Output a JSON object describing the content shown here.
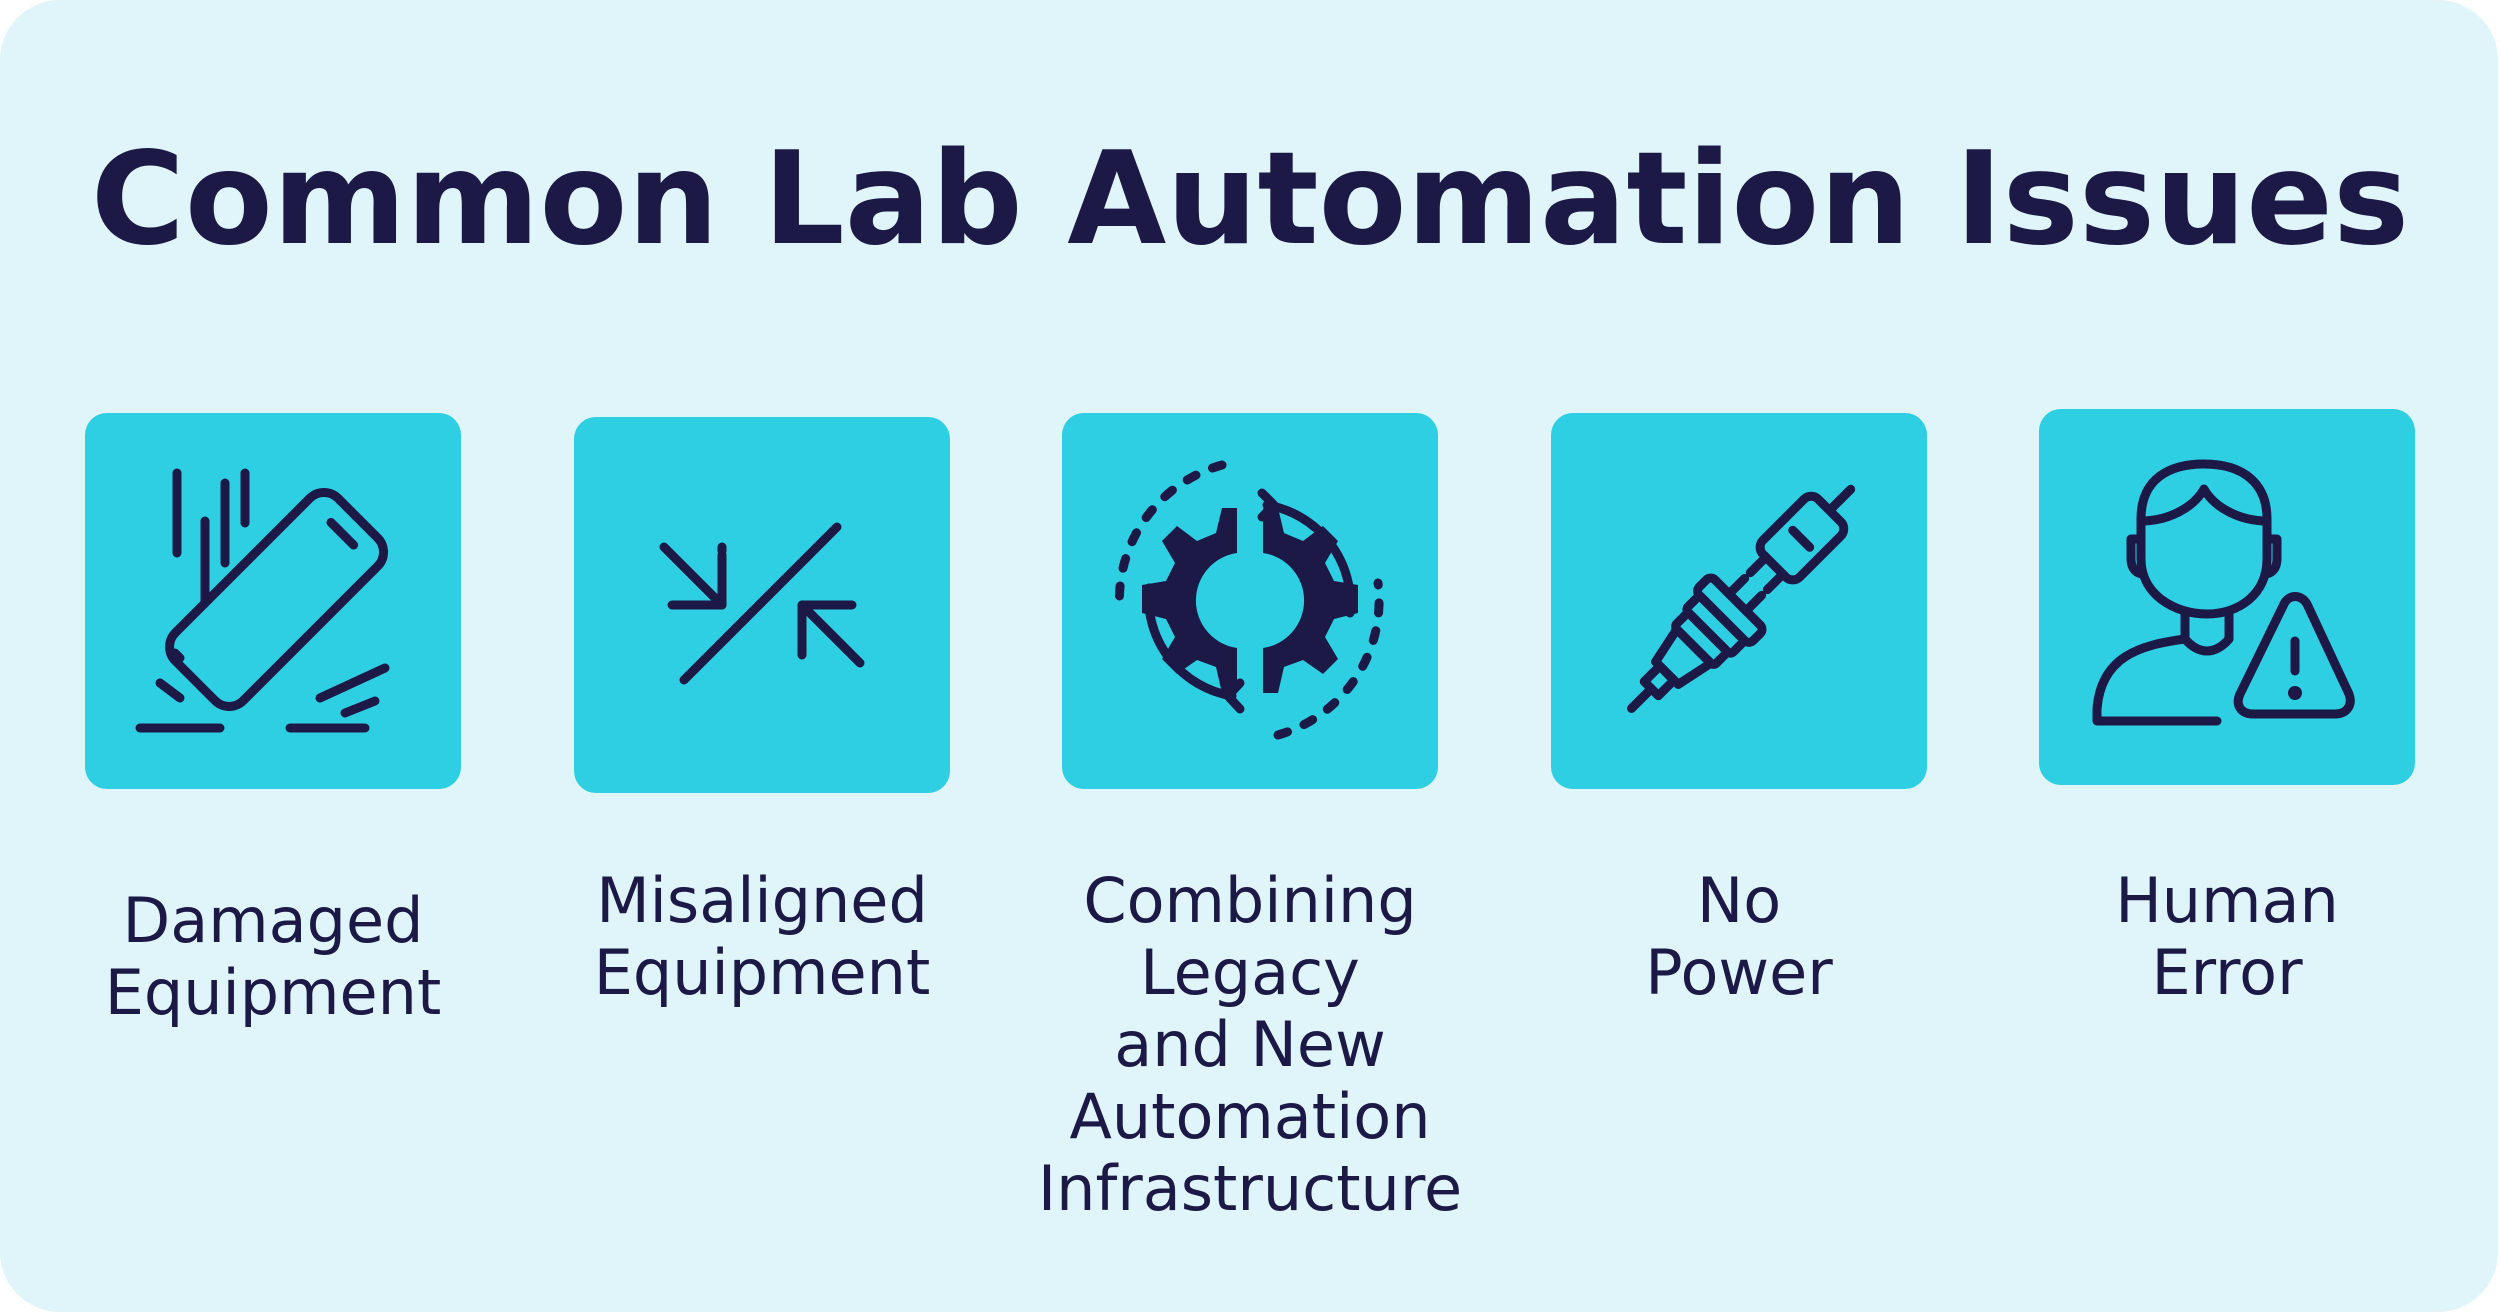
{
  "title": "Common Lab Automation Issues",
  "colors": {
    "background": "#dff5fa",
    "tile": "#2fcfe3",
    "ink": "#1c1947"
  },
  "items": [
    {
      "icon": "damaged-phone-icon",
      "label_lines": [
        "Damaged",
        "Equipment"
      ]
    },
    {
      "icon": "misaligned-arrows-icon",
      "label_lines": [
        "Misaligned",
        "Equipment"
      ]
    },
    {
      "icon": "gear-sync-icon",
      "label_lines": [
        "Combining",
        "Legacy",
        "and New",
        "Automation",
        "Infrastructure"
      ]
    },
    {
      "icon": "unplugged-plug-icon",
      "label_lines": [
        "No",
        "Power"
      ]
    },
    {
      "icon": "human-warning-icon",
      "label_lines": [
        "Human",
        "Error"
      ]
    }
  ]
}
